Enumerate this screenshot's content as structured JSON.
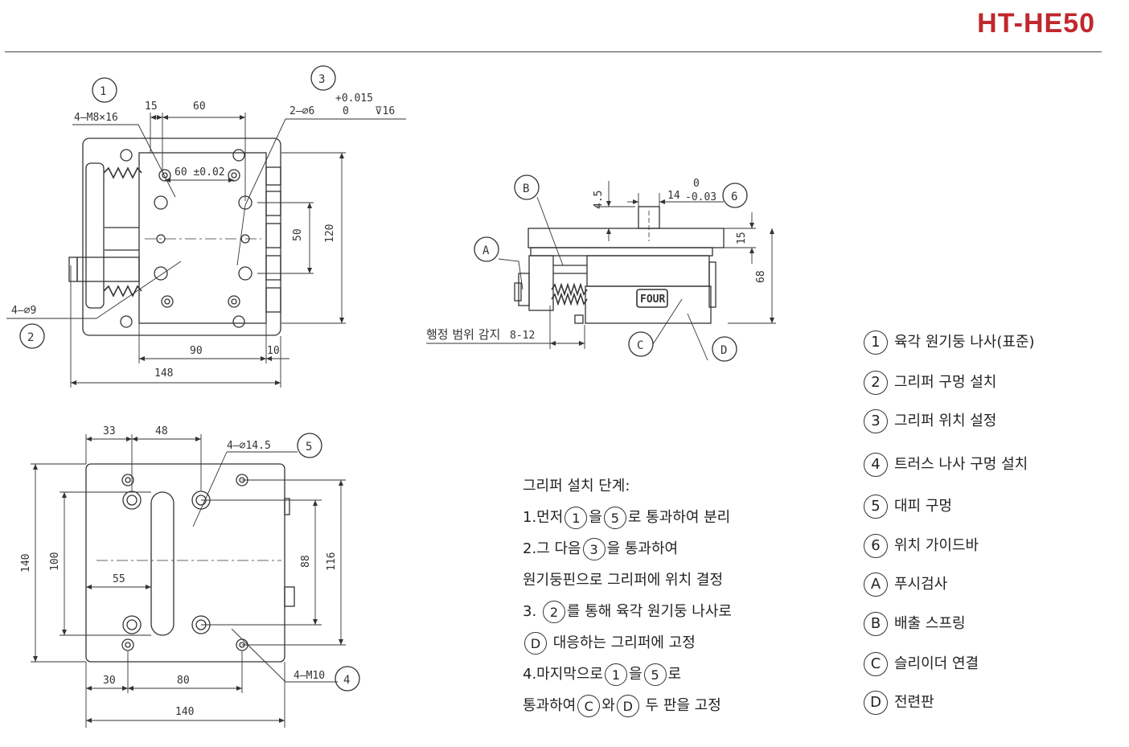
{
  "title": "HT-HE50",
  "top_view": {
    "callouts": {
      "c1": "1",
      "c2": "2",
      "c3": "3"
    },
    "labels": {
      "m8": "4—M8×16",
      "d6": "2—∅6",
      "tol_up": "+0.015",
      "tol_low": "0",
      "depth": "⊽16",
      "d9": "4—∅9",
      "pitch": "60 ±0.02",
      "d15": "15",
      "d60": "60",
      "d50": "50",
      "d120": "120",
      "d90": "90",
      "d10": "10",
      "d148": "148"
    }
  },
  "side_view": {
    "callouts": {
      "a": "A",
      "b": "B",
      "c": "C",
      "d": "D",
      "c6": "6"
    },
    "labels": {
      "d45": "4.5",
      "d14": "14",
      "tol_up": "0",
      "tol_low": "-0.03",
      "d15": "15",
      "d68": "68",
      "stroke_label": "행정 범위 감지",
      "stroke_range": "8-12",
      "brand": "FOUR"
    }
  },
  "bottom_view": {
    "callouts": {
      "c4": "4",
      "c5": "5"
    },
    "labels": {
      "d33": "33",
      "d48": "48",
      "d145": "4—∅14.5",
      "d140h": "140",
      "d100": "100",
      "d55": "55",
      "d88": "88",
      "d116": "116",
      "m10": "4—M10",
      "d30": "30",
      "d80": "80",
      "d140w": "140"
    }
  },
  "steps": {
    "heading": "그리퍼 설치 단계:",
    "s1": {
      "a": "1.먼저",
      "c1": "1",
      "b": "을",
      "c2": "5",
      "c": "로 통과하여 분리"
    },
    "s2": {
      "a": "2.그 다음",
      "c1": "3",
      "b": "을 통과하여"
    },
    "s2b": "원기둥핀으로 그리퍼에 위치 결정",
    "s3": {
      "a": "3.",
      "c1": "2",
      "b": "를 통해 육각 원기둥 나사로"
    },
    "s3b": {
      "c1": "D",
      "a": "대응하는 그리퍼에 고정"
    },
    "s4": {
      "a": "4.마지막으로",
      "c1": "1",
      "b": "을",
      "c2": "5",
      "c": "로"
    },
    "s4b": {
      "a": "통과하여",
      "c1": "C",
      "b": "와",
      "c2": "D",
      "c": "두 판을 고정"
    }
  },
  "legend": [
    {
      "key": "1",
      "text": "육각 원기둥 나사(표준)"
    },
    {
      "key": "2",
      "text": "그리퍼 구멍 설치"
    },
    {
      "key": "3",
      "text": "그리퍼 위치 설정"
    },
    {
      "key": "4",
      "text": "트러스 나사 구멍 설치"
    },
    {
      "key": "5",
      "text": "대피 구멍"
    },
    {
      "key": "6",
      "text": "위치 가이드바"
    },
    {
      "key": "A",
      "text": "푸시검사"
    },
    {
      "key": "B",
      "text": "배출 스프링"
    },
    {
      "key": "C",
      "text": "슬리이더 연결"
    },
    {
      "key": "D",
      "text": "전련판"
    }
  ]
}
